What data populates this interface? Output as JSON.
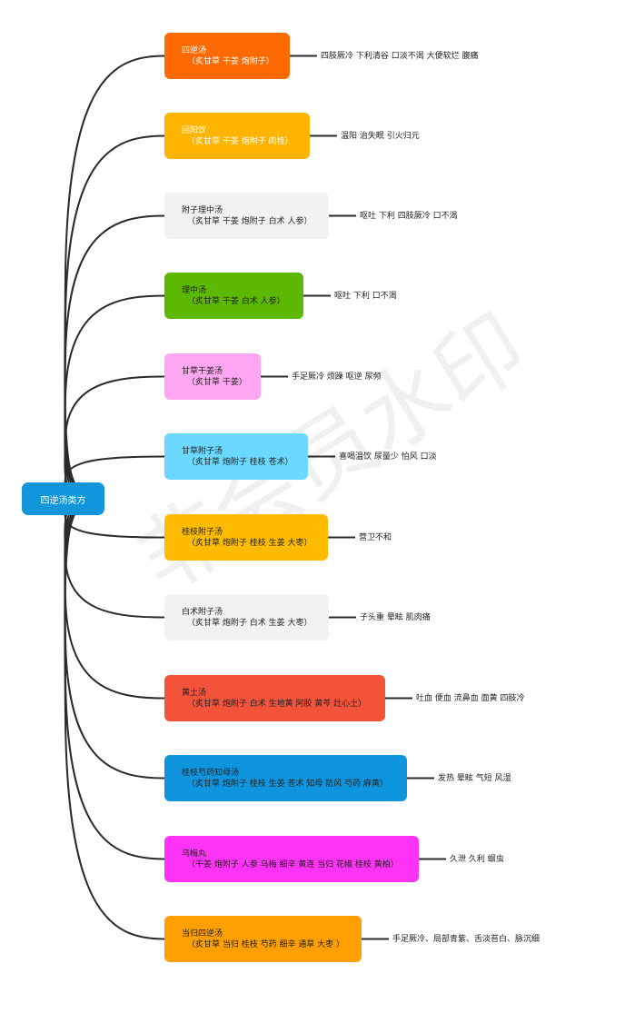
{
  "root": {
    "label": "四逆汤类方",
    "color": "#1296db"
  },
  "watermark": "非会员水印",
  "branches": [
    {
      "name": "四逆汤",
      "herbs": "（炙甘草  干姜  炮附子）",
      "symptoms": "四肢厥冷  下利清谷  口淡不渴  大便软烂  腹痛",
      "color": "#ff6a00",
      "text": "light"
    },
    {
      "name": "回阳饮",
      "herbs": "（炙甘草  干姜  炮附子  肉桂）",
      "symptoms": "温阳  治失眠  引火归元",
      "color": "#ffb400",
      "text": "light"
    },
    {
      "name": "附子理中汤",
      "herbs": "（炙甘草  干姜  炮附子  白术  人参）",
      "symptoms": "呕吐  下利  四肢厥冷  口不渴",
      "color": "#f2f2f2",
      "text": "dark"
    },
    {
      "name": "理中汤",
      "herbs": "（炙甘草  干姜   白术  人参）",
      "symptoms": "呕吐  下利   口不渴",
      "color": "#5cb800",
      "text": "dark"
    },
    {
      "name": "甘草干姜汤",
      "herbs": "（炙甘草  干姜）",
      "symptoms": "手足厥冷  烦躁  呕逆  尿频",
      "color": "#ffa6f2",
      "text": "dark"
    },
    {
      "name": "甘草附子汤",
      "herbs": "（炙甘草  炮附子  桂枝  苍术）",
      "symptoms": "喜喝温饮  尿量少  怕风  口淡",
      "color": "#6ad8ff",
      "text": "dark"
    },
    {
      "name": "桂枝附子汤",
      "herbs": "（炙甘草  炮附子  桂枝  生姜  大枣）",
      "symptoms": "营卫不和",
      "color": "#ffbb00",
      "text": "dark"
    },
    {
      "name": "白术附子汤",
      "herbs": "（炙甘草  炮附子  白术  生姜  大枣）",
      "symptoms": "子头重  晕眩  肌肉痛",
      "color": "#f2f2f2",
      "text": "dark"
    },
    {
      "name": "黄土汤",
      "herbs": "（炙甘草  炮附子  白术  生地黄  阿胶  黄芩  灶心土）",
      "symptoms": "吐血  便血  流鼻血  面黄  四肢冷",
      "color": "#f2533a",
      "text": "dark"
    },
    {
      "name": "桂枝芍药知母汤",
      "herbs": "（炙甘草  炮附子  桂枝  生姜  苍术  知母  防风  芍药  麻黄）",
      "symptoms": "发热  晕眩  气短  风湿",
      "color": "#0e95dd",
      "text": "dark"
    },
    {
      "name": "乌梅丸",
      "herbs": "（干姜  炮附子  人参  乌梅  细辛  黄连  当归  花椒  桂枝  黄柏）",
      "symptoms": "久泄  久利   蛔虫",
      "color": "#ff33f6",
      "text": "dark"
    },
    {
      "name": "当归四逆汤",
      "herbs": "（炙甘草  当归  桂枝  芍药  细辛  通草  大枣 ）",
      "symptoms": "手足厥冷、局部青紫、舌淡苔白、脉沉细",
      "color": "#ffa000",
      "text": "dark"
    }
  ]
}
